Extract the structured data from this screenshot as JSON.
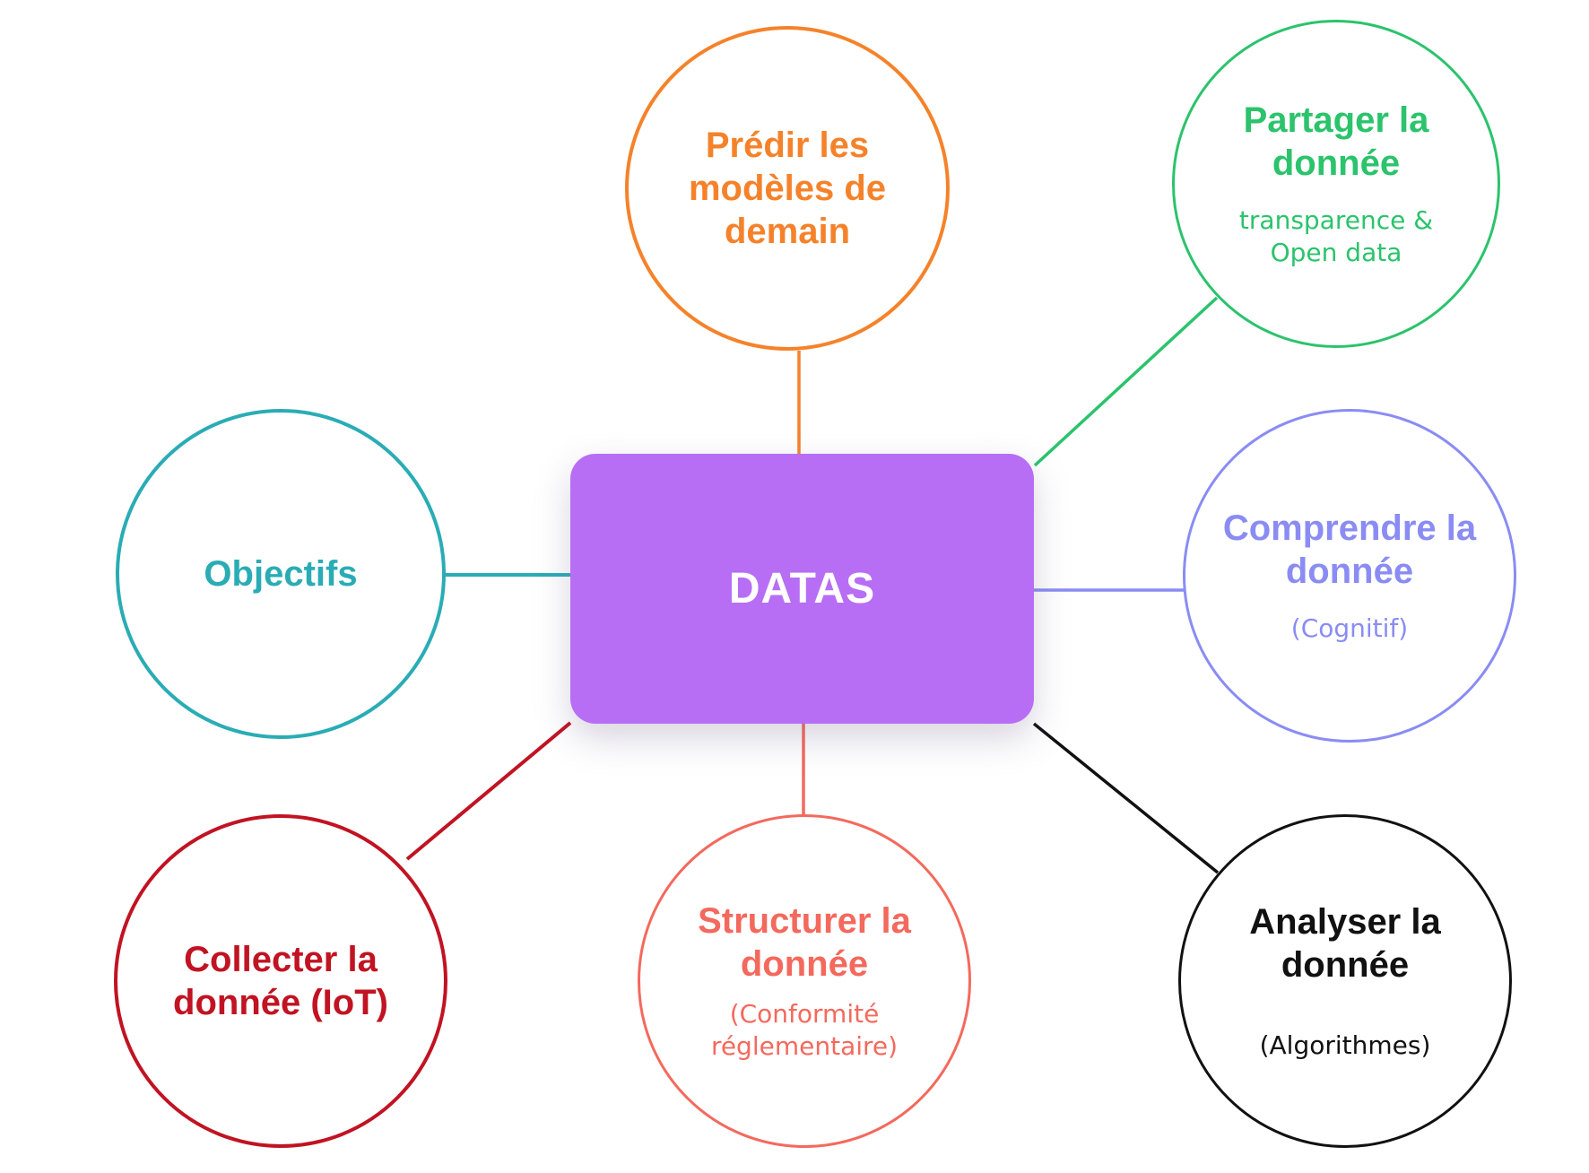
{
  "center": {
    "label": "DATAS",
    "color": "#B76EF5",
    "text_color": "#FFFFFF"
  },
  "nodes": [
    {
      "id": "predir",
      "title": "Prédir les\nmodèles de\ndemain",
      "subtitle": "",
      "color": "#F5822A"
    },
    {
      "id": "partager",
      "title": "Partager la\ndonnée",
      "subtitle": "transparence &\nOpen data",
      "color": "#2BC36C"
    },
    {
      "id": "objectifs",
      "title": "Objectifs",
      "subtitle": "",
      "color": "#2AACB5"
    },
    {
      "id": "comprendre",
      "title": "Comprendre la\ndonnée",
      "subtitle": "(Cognitif)",
      "color": "#8A8CF4"
    },
    {
      "id": "collecter",
      "title": "Collecter la\ndonnée (IoT)",
      "subtitle": "",
      "color": "#C11322"
    },
    {
      "id": "structurer",
      "title": "Structurer la\ndonnée",
      "subtitle": "(Conformité\nréglementaire)",
      "color": "#F4695D"
    },
    {
      "id": "analyser",
      "title": "Analyser la\ndonnée",
      "subtitle": "(Algorithmes)",
      "color": "#111111"
    }
  ]
}
